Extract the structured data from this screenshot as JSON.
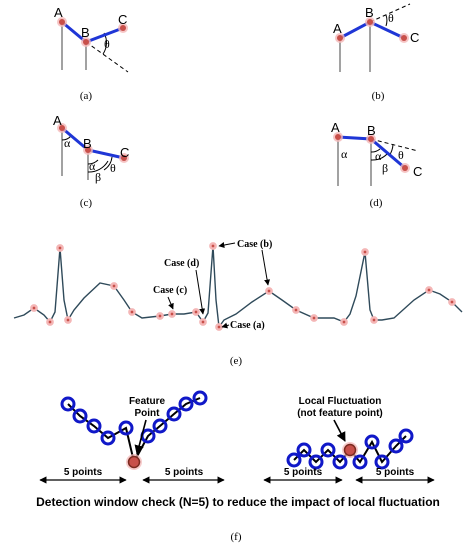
{
  "panels": {
    "a": {
      "caption": "(a)",
      "pts": [
        "A",
        "B",
        "C"
      ],
      "angle": "θ"
    },
    "b": {
      "caption": "(b)",
      "pts": [
        "A",
        "B",
        "C"
      ],
      "angle": "θ"
    },
    "c": {
      "caption": "(c)",
      "pts": [
        "A",
        "B",
        "C"
      ],
      "alpha": "α",
      "beta": "β",
      "theta": "θ"
    },
    "d": {
      "caption": "(d)",
      "pts": [
        "A",
        "B",
        "C"
      ],
      "alpha": "α",
      "beta": "β",
      "theta": "θ"
    }
  },
  "ecg": {
    "caption": "(e)",
    "cases": [
      "Case (b)",
      "Case (d)",
      "Case (c)",
      "Case (a)"
    ]
  },
  "window": {
    "caption": "(f)",
    "feature_label_1": "Feature",
    "feature_label_2": "Point",
    "fluct_label_1": "Local Fluctuation",
    "fluct_label_2": "(not feature point)",
    "window_label": "5 points",
    "footer": "Detection window check (N=5) to reduce the impact of local fluctuation"
  },
  "colors": {
    "segment": "#1f36d6",
    "point_fill": "#c8504a",
    "point_glow": "#f4b6b6",
    "ecg_line": "#2f4a5a",
    "circle": "#1018c8"
  }
}
